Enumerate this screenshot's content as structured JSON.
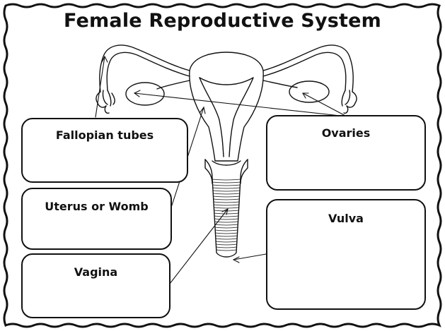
{
  "title": "Female Reproductive System",
  "labels": {
    "fallopian": "Fallopian tubes",
    "uterus": "Uterus or Womb",
    "vagina": "Vagina",
    "ovaries": "Ovaries",
    "vulva": "Vulva"
  },
  "colors": {
    "ink": "#111111",
    "background": "#ffffff"
  }
}
